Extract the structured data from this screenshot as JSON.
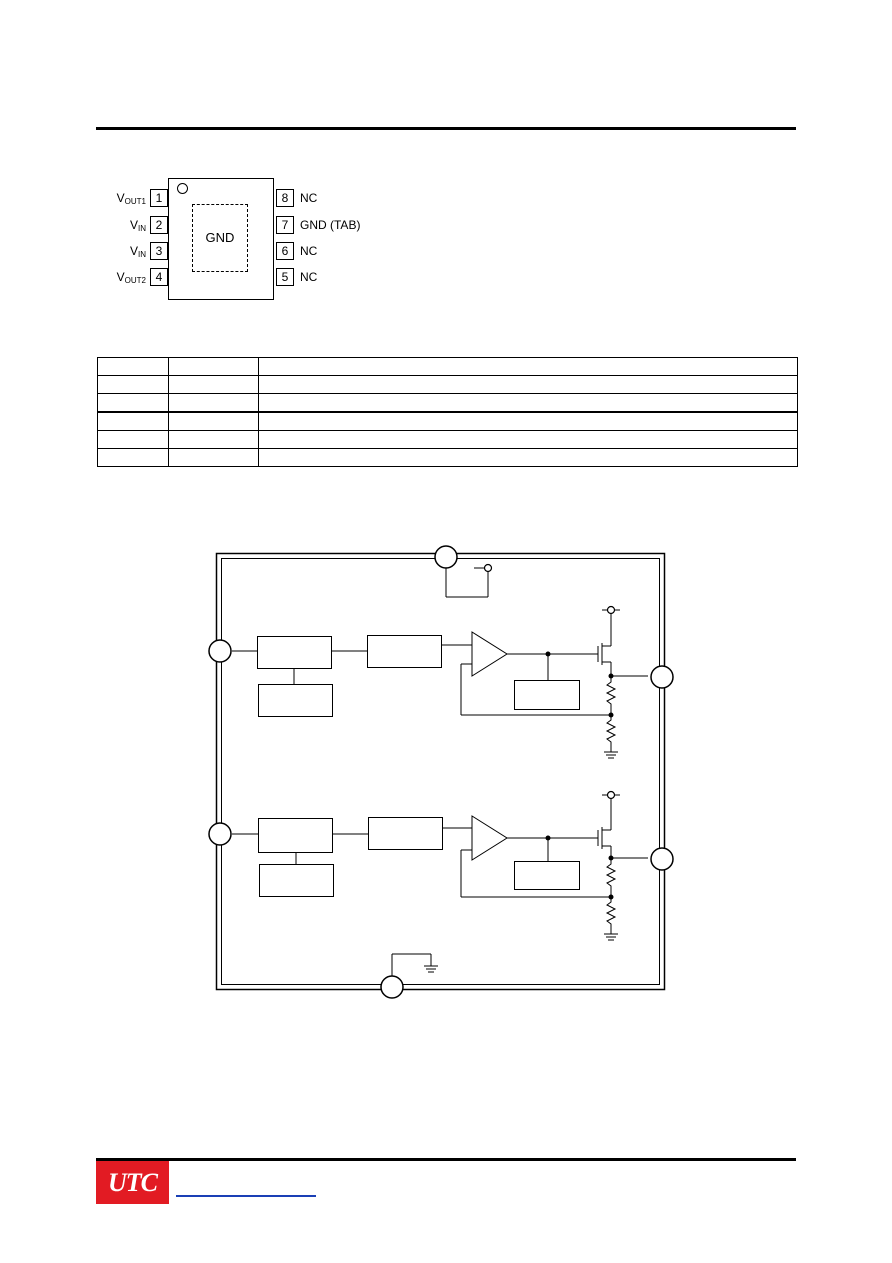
{
  "package": {
    "pad_label": "GND",
    "left_pins": [
      {
        "num": "1",
        "name_main": "V",
        "name_sub": "OUT1"
      },
      {
        "num": "2",
        "name_main": "V",
        "name_sub": "IN"
      },
      {
        "num": "3",
        "name_main": "V",
        "name_sub": "IN"
      },
      {
        "num": "4",
        "name_main": "V",
        "name_sub": "OUT2"
      }
    ],
    "right_pins": [
      {
        "num": "8",
        "name": "NC"
      },
      {
        "num": "7",
        "name": "GND (TAB)"
      },
      {
        "num": "6",
        "name": "NC"
      },
      {
        "num": "5",
        "name": "NC"
      }
    ]
  },
  "footer": {
    "logo_text": "UTC"
  }
}
